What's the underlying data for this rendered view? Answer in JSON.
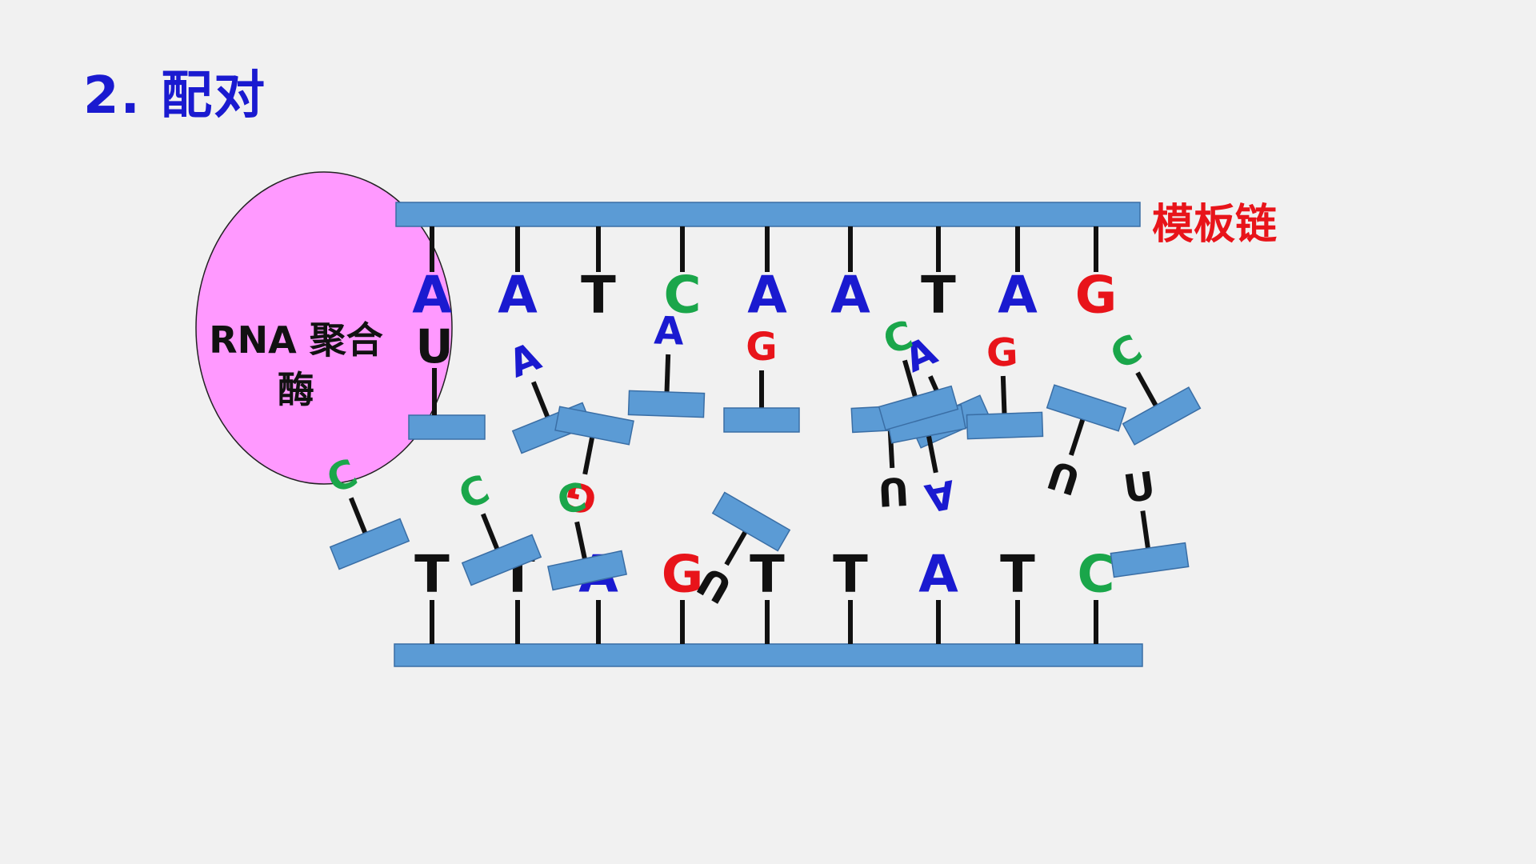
{
  "title": "2. 配对",
  "strand_label": "模板链",
  "enzyme_label": "RNA 聚合酶",
  "colors": {
    "background": "#f1f1f1",
    "title": "#1a1ad0",
    "backbone": "#5b9bd5",
    "enzyme": "#ff99ff",
    "A": "#1a1ad0",
    "T": "#111111",
    "U": "#111111",
    "C": "#1aa64a",
    "G": "#e8141a",
    "label_red": "#e8141a"
  },
  "template_strand_bases": [
    "A",
    "A",
    "T",
    "C",
    "A",
    "A",
    "T",
    "A",
    "G"
  ],
  "complementary_strand_bases": [
    "T",
    "T",
    "A",
    "G",
    "T",
    "T",
    "A",
    "T",
    "C"
  ],
  "paired_rna_nucleotides": [
    "U"
  ],
  "free_nucleotides": [
    "A",
    "A",
    "G",
    "A",
    "G",
    "C",
    "C",
    "C",
    "U",
    "G",
    "U",
    "U",
    "A",
    "U",
    "C",
    "C"
  ]
}
